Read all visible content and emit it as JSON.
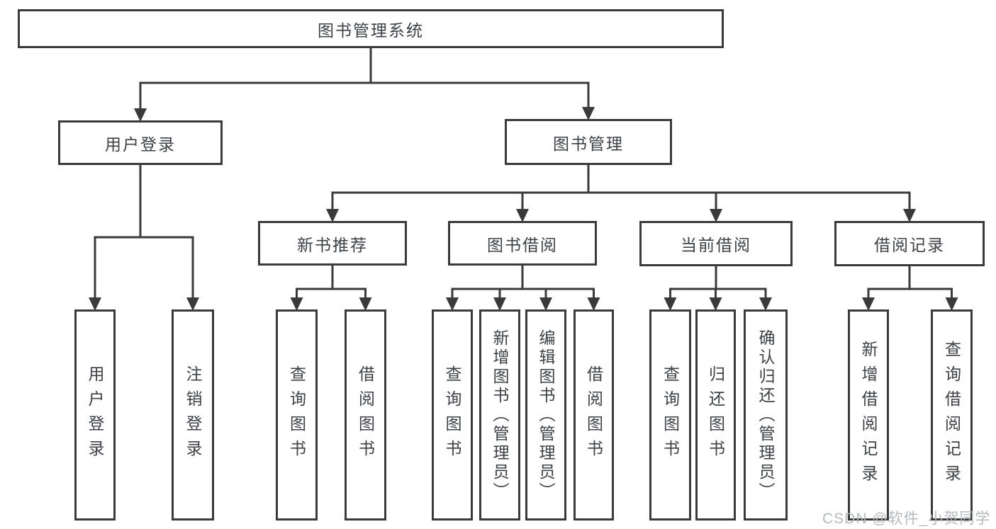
{
  "watermark": {
    "text": "CSDN @软件_小贺同学"
  },
  "colors": {
    "line": "#3a3a3a",
    "box_border": "#3a3a3a",
    "box_fill": "#ffffff",
    "box_text": "#3d4045",
    "watermark_text": "#b2b6bc",
    "background": "#ffffff"
  },
  "diagram": {
    "type": "tree",
    "title": "图书管理系统",
    "nodes": [
      {
        "id": "root",
        "label": "图书管理系统",
        "level": 1,
        "parent": null,
        "text_direction": "horizontal"
      },
      {
        "id": "user-login",
        "label": "用户登录",
        "level": 2,
        "parent": "root",
        "text_direction": "horizontal"
      },
      {
        "id": "book-management",
        "label": "图书管理",
        "level": 2,
        "parent": "root",
        "text_direction": "horizontal"
      },
      {
        "id": "new-book-recommend",
        "label": "新书推荐",
        "level": 3,
        "parent": "book-management",
        "text_direction": "horizontal"
      },
      {
        "id": "book-borrow",
        "label": "图书借阅",
        "level": 3,
        "parent": "book-management",
        "text_direction": "horizontal"
      },
      {
        "id": "current-borrow",
        "label": "当前借阅",
        "level": 3,
        "parent": "book-management",
        "text_direction": "horizontal"
      },
      {
        "id": "borrow-records",
        "label": "借阅记录",
        "level": 3,
        "parent": "book-management",
        "text_direction": "horizontal"
      },
      {
        "id": "user-login-leaf",
        "label": "用户登录",
        "level": 4,
        "parent": "user-login",
        "text_direction": "vertical"
      },
      {
        "id": "logout-leaf",
        "label": "注销登录",
        "level": 4,
        "parent": "user-login",
        "text_direction": "vertical"
      },
      {
        "id": "nb-query-book",
        "label": "查询图书",
        "level": 4,
        "parent": "new-book-recommend",
        "text_direction": "vertical"
      },
      {
        "id": "nb-borrow-book",
        "label": "借阅图书",
        "level": 4,
        "parent": "new-book-recommend",
        "text_direction": "vertical"
      },
      {
        "id": "bb-query-book",
        "label": "查询图书",
        "level": 4,
        "parent": "book-borrow",
        "text_direction": "vertical"
      },
      {
        "id": "bb-add-book",
        "label": "新增图书（管理员）",
        "level": 4,
        "parent": "book-borrow",
        "text_direction": "vertical"
      },
      {
        "id": "bb-edit-book",
        "label": "编辑图书（管理员）",
        "level": 4,
        "parent": "book-borrow",
        "text_direction": "vertical"
      },
      {
        "id": "bb-borrow-book",
        "label": "借阅图书",
        "level": 4,
        "parent": "book-borrow",
        "text_direction": "vertical"
      },
      {
        "id": "cb-query-book",
        "label": "查询图书",
        "level": 4,
        "parent": "current-borrow",
        "text_direction": "vertical"
      },
      {
        "id": "cb-return-book",
        "label": "归还图书",
        "level": 4,
        "parent": "current-borrow",
        "text_direction": "vertical"
      },
      {
        "id": "cb-confirm-return",
        "label": "确认归还（管理员）",
        "level": 4,
        "parent": "current-borrow",
        "text_direction": "vertical"
      },
      {
        "id": "br-add-record",
        "label": "新增借阅记录",
        "level": 4,
        "parent": "borrow-records",
        "text_direction": "vertical"
      },
      {
        "id": "br-query-record",
        "label": "查询借阅记录",
        "level": 4,
        "parent": "borrow-records",
        "text_direction": "vertical"
      }
    ]
  }
}
